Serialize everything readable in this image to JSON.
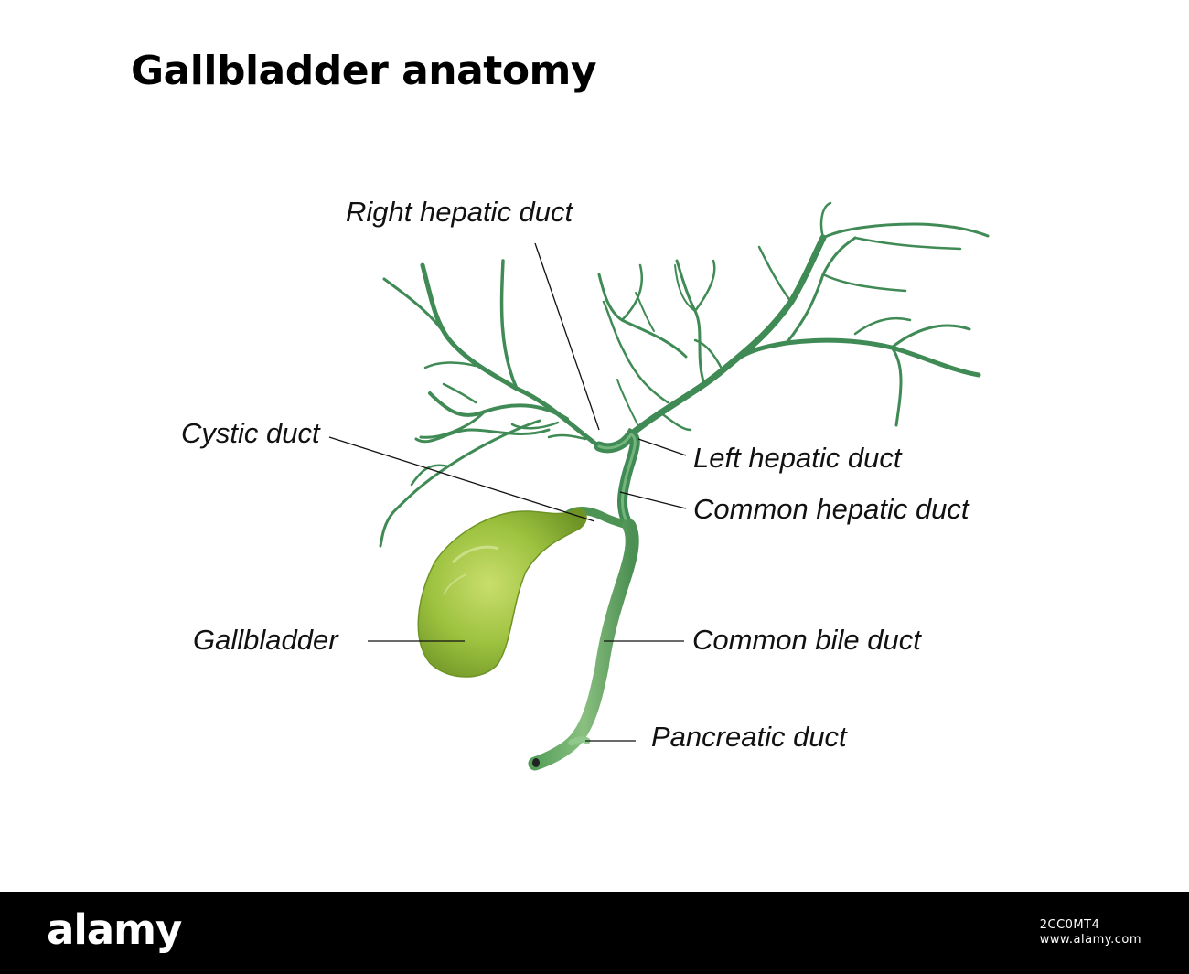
{
  "title": "Gallbladder anatomy",
  "labels": {
    "right_hepatic_duct": "Right  hepatic duct",
    "cystic_duct": "Cystic duct",
    "left_hepatic_duct": "Left hepatic duct",
    "common_hepatic_duct": "Common hepatic duct",
    "gallbladder": "Gallbladder",
    "common_bile_duct": "Common bile duct",
    "pancreatic_duct": "Pancreatic duct"
  },
  "footer": {
    "logo": "alamy",
    "image_id": "2CC0MT4",
    "domain": "www.alamy.com"
  },
  "colors": {
    "duct_green": "#3f8a55",
    "duct_highlight": "#7cc08a",
    "gallbladder_green": "#93b83a",
    "gallbladder_highlight": "#c7dc6a",
    "leader_line": "#111111",
    "footer_bg": "#000000"
  }
}
